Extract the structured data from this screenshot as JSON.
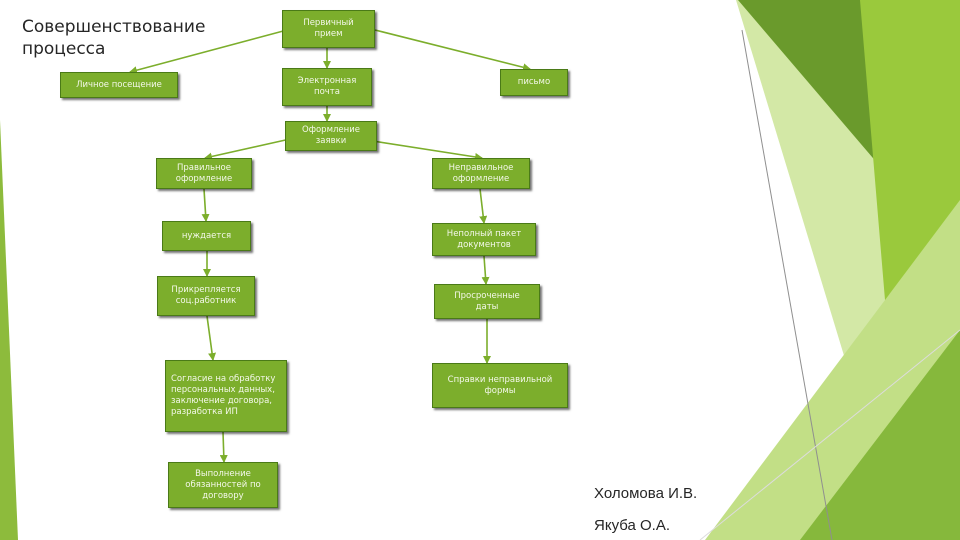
{
  "title": "Совершенствование\nпроцесса",
  "nodes": {
    "primary": "Первичный\nприем",
    "personal": "Личное посещение",
    "email": "Электронная\nпочта",
    "letter": "письмо",
    "application": "Оформление\nзаявки",
    "correct": "Правильное\nоформление",
    "incorrect": "Неправильное\nоформление",
    "needs": "нуждается",
    "incomplete": "Неполный пакет\nдокументов",
    "assigned": "Прикрепляется\nсоц.работник",
    "expired": "Просроченные\nдаты",
    "consent": "Согласие на обработку\nперсональных данных,\nзаключение договора,\nразработка ИП",
    "certificates": "Справки неправильной\nформы",
    "fulfillment": "Выполнение\nобязанностей по\nдоговору"
  },
  "authors": [
    "Холомова И.В.",
    "Якуба О.А."
  ],
  "colors": {
    "box_fill": "#7cae2c",
    "box_border": "#4a7a17",
    "arrow": "#7cae2c",
    "accent_dark": "#5e8f2a",
    "accent_light": "#9ac93c"
  }
}
